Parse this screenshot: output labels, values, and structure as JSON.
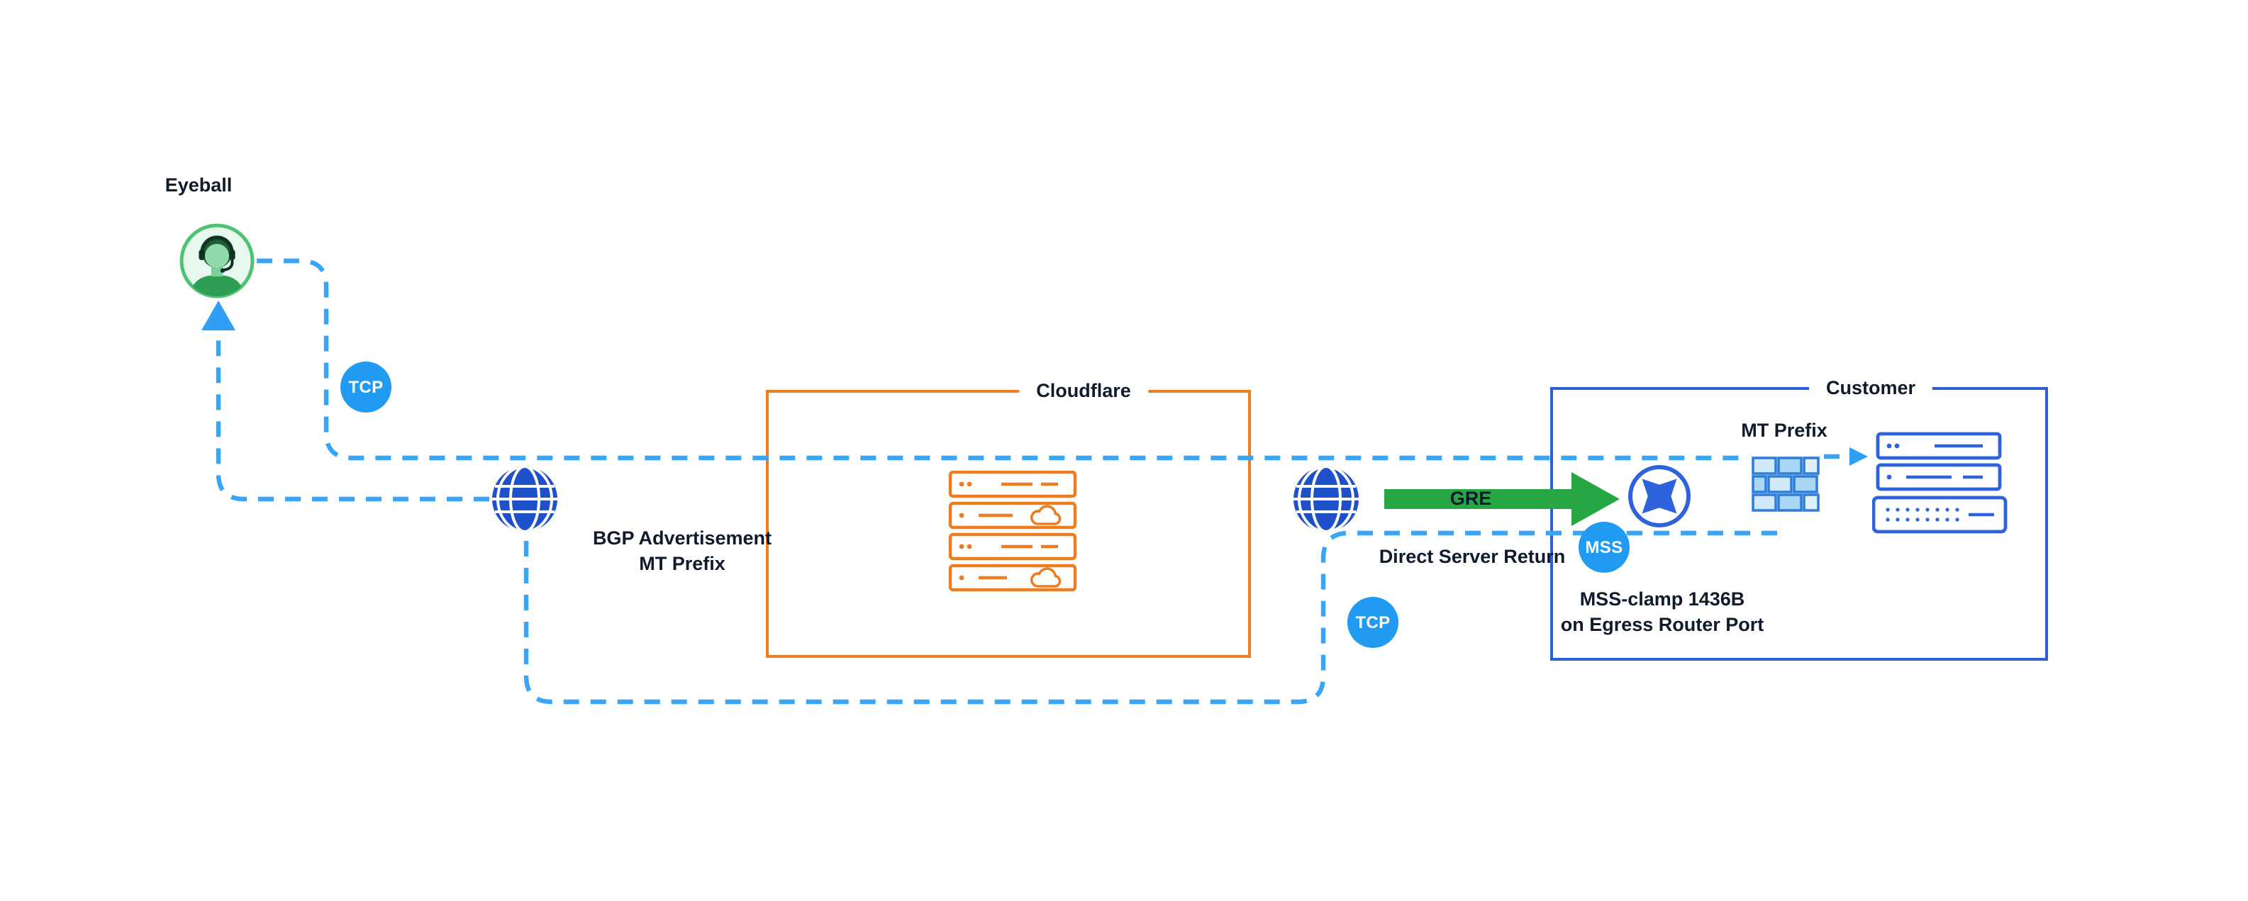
{
  "diagram": {
    "type": "network-architecture",
    "eyeball": {
      "label": "Eyeball",
      "icon": "person-with-headset-icon"
    },
    "internet": {
      "left_icon": "globe-icon",
      "right_icon": "globe-icon"
    },
    "cloudflare": {
      "box_label": "Cloudflare",
      "icon": "server-stack-icon"
    },
    "customer": {
      "box_label": "Customer",
      "mt_prefix_label": "MT Prefix",
      "router_icon": "router-icon",
      "firewall_icon": "firewall-icon",
      "servers_icon": "server-stack-icon",
      "mss_clamp_note_line1": "MSS-clamp 1436B",
      "mss_clamp_note_line2": "on Egress Router Port"
    },
    "annotations": {
      "bgp_line1": "BGP Advertisement",
      "bgp_line2": "MT Prefix",
      "gre": "GRE",
      "direct_server_return": "Direct Server Return"
    },
    "path_badges": {
      "tcp_upper": "TCP",
      "tcp_lower": "TCP",
      "mss": "MSS"
    },
    "colors": {
      "dashed_path_blue": "#38a5f7",
      "arrowhead_blue": "#2f9ff5",
      "badge_blue": "#219af2",
      "globe_blue": "#1e51c9",
      "device_blue": "#2f63dd",
      "customer_border_blue": "#2d5ed6",
      "cloudflare_orange": "#ee7d20",
      "gre_arrow_green": "#27a644",
      "eyeball_green": "#4cc273",
      "text_dark": "#0f1b2d"
    }
  }
}
